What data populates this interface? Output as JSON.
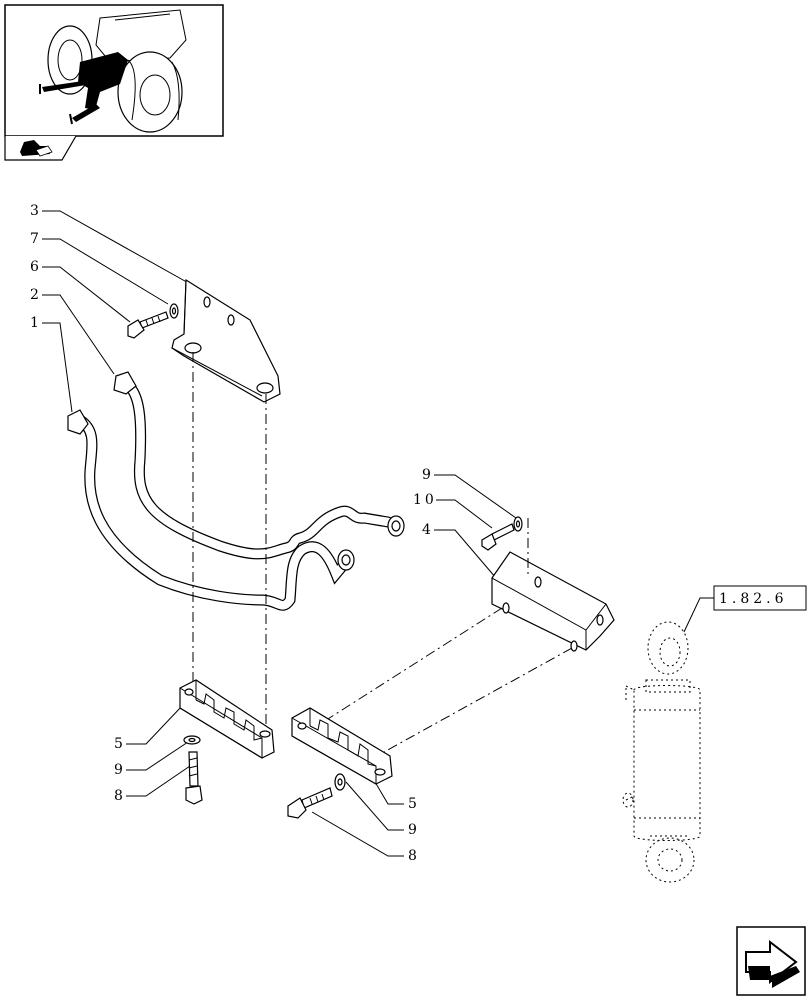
{
  "callouts": {
    "c3": "3",
    "c7": "7",
    "c6": "6",
    "c2": "2",
    "c1": "1",
    "c9a": "9",
    "c10": "10",
    "c4": "4",
    "c5a": "5",
    "c9b": "9",
    "c8a": "8",
    "c5b": "5",
    "c9c": "9",
    "c8b": "8"
  },
  "reference_box": "1.82.6",
  "icons": {
    "thumbnail": "tractor-overview-thumbnail",
    "section": "tractor-section-icon",
    "navigation": "next-page-arrow-icon"
  }
}
